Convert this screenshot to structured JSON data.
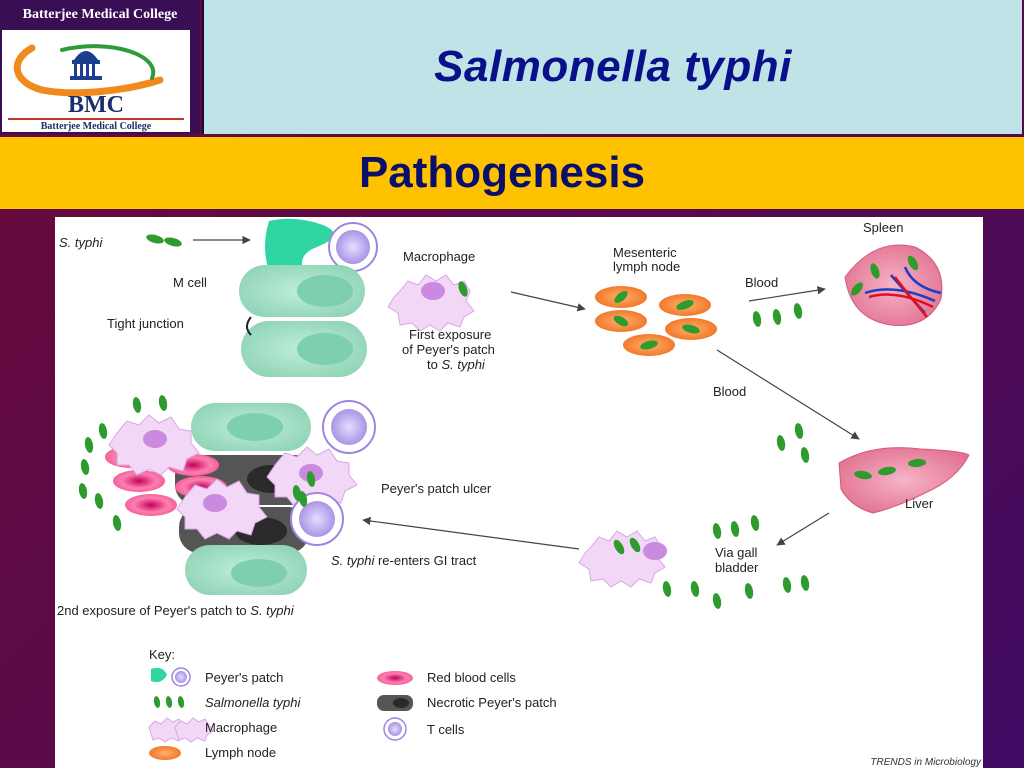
{
  "header": {
    "college_name": "Batterjee Medical College",
    "logo_letters": "BMC",
    "logo_caption": "Batterjee Medical College",
    "title": "Salmonella typhi"
  },
  "subtitle": "Pathogenesis",
  "diagram": {
    "labels": {
      "s_typhi": "S. typhi",
      "m_cell": "M cell",
      "tight_junction": "Tight junction",
      "macrophage": "Macrophage",
      "first_exposure_1": "First exposure",
      "first_exposure_2": "of Peyer's patch",
      "first_exposure_3a": "to ",
      "first_exposure_3b": "S. typhi",
      "mesenteric_1": "Mesenteric",
      "mesenteric_2": "lymph node",
      "blood_1": "Blood",
      "blood_2": "Blood",
      "spleen": "Spleen",
      "liver": "Liver",
      "peyers_ulcer": "Peyer's patch ulcer",
      "reenters_a": "S. typhi",
      "reenters_b": " re-enters GI tract",
      "via_gall_1": "Via gall",
      "via_gall_2": "bladder",
      "second_exposure_a": "2nd exposure of Peyer's patch to ",
      "second_exposure_b": "S. typhi"
    },
    "key": {
      "title": "Key:",
      "items": [
        {
          "label": "Peyer's patch",
          "icon": "peyers-patch-icon"
        },
        {
          "label": "Salmonella typhi",
          "icon": "salmonella-icon"
        },
        {
          "label": "Macrophage",
          "icon": "macrophage-icon"
        },
        {
          "label": "Lymph node",
          "icon": "lymph-node-icon"
        },
        {
          "label": "Red blood cells",
          "icon": "red-blood-cell-icon"
        },
        {
          "label": "Necrotic Peyer's patch",
          "icon": "necrotic-patch-icon"
        },
        {
          "label": "T cells",
          "icon": "t-cell-icon"
        }
      ]
    },
    "credit": "TRENDS in Microbiology"
  },
  "colors": {
    "title_blue": "#0a0f8a",
    "subtitle_bar": "#ffc200",
    "title_bg": "#bfe3e6",
    "bacteria_green": "#2e9b2e",
    "lymph_orange": "#f07a22",
    "rbc_pink": "#ee4f8c",
    "peyer_green": "#9ddcc0"
  }
}
